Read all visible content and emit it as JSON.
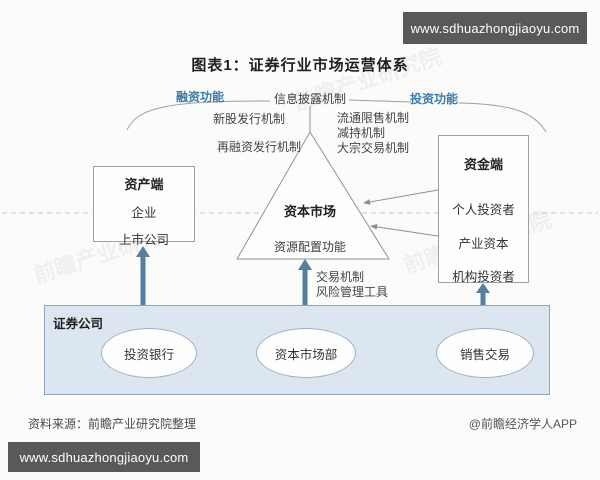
{
  "page": {
    "title": "图表1：证券行业市场运营体系"
  },
  "watermarks": {
    "site_url": "www.sdhuazhongjiaoyu.com",
    "faint_logo_text": "前瞻产业研究院"
  },
  "diagram": {
    "top_labels": {
      "financing": "融资功能",
      "disclosure": "信息披露机制",
      "investment": "投资功能"
    },
    "issuance_mechanisms": [
      "新股发行机制",
      "再融资发行机制"
    ],
    "circulation_mechanisms": [
      "流通限售机制",
      "减持机制",
      "大宗交易机制"
    ],
    "asset_side": {
      "title": "资产端",
      "items": [
        "企业",
        "上市公司"
      ]
    },
    "capital_market": {
      "title": "资本市场",
      "function": "资源配置功能"
    },
    "funding_side": {
      "title": "资金端",
      "items": [
        "个人投资者",
        "产业资本",
        "机构投资者"
      ]
    },
    "trading_tools": [
      "交易机制",
      "风险管理工具"
    ],
    "securities_company": {
      "title": "证券公司",
      "departments": [
        "投资银行",
        "资本市场部",
        "销售交易"
      ]
    }
  },
  "footer": {
    "source": "资料来源：前瞻产业研究院整理",
    "credit": "@前瞻经济学人APP"
  },
  "colors": {
    "accent_blue": "#3a7cad",
    "arrow_blue": "#53809f",
    "line_gray": "#8f959b",
    "panel_fill": "#dce6f1",
    "panel_border": "#8fa6bd",
    "watermark_bg": "#595959"
  }
}
